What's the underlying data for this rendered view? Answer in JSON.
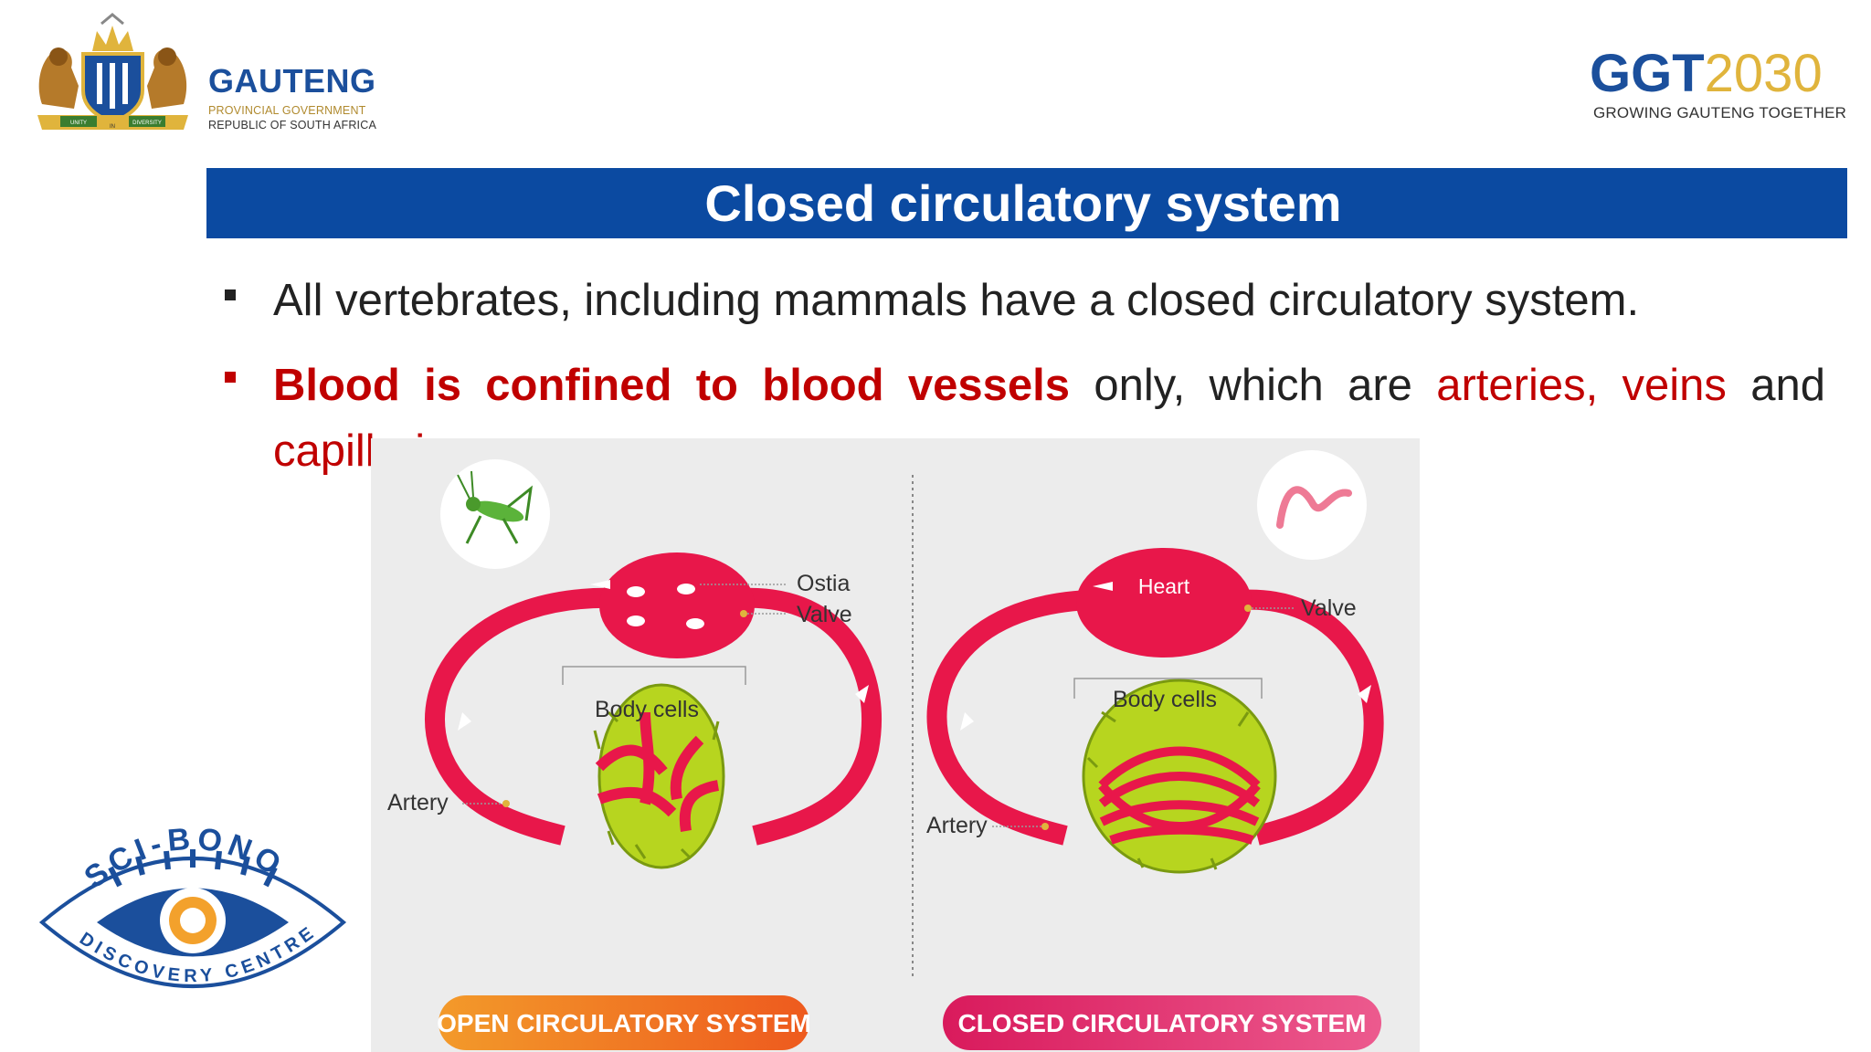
{
  "header": {
    "gauteng": {
      "name": "GAUTENG",
      "line1": "PROVINCIAL GOVERNMENT",
      "line2": "REPUBLIC OF SOUTH AFRICA",
      "crest_words": [
        "UNITY",
        "IN",
        "DIVERSITY"
      ]
    },
    "ggt": {
      "prefix": "GGT",
      "year": "2030",
      "tagline": "GROWING GAUTENG TOGETHER"
    }
  },
  "slide": {
    "title": "Closed circulatory system",
    "bullet1": "All vertebrates, including mammals have a closed circulatory system.",
    "bullet2": {
      "bold_red": "Blood is confined to blood vessels",
      "mid": " only, which are ",
      "red": "arteries, veins",
      "end": " and",
      "line2": "capillaries."
    }
  },
  "diagram": {
    "open": {
      "labels": [
        "Ostia",
        "Valve",
        "Body cells",
        "Artery"
      ],
      "pill": "OPEN CIRCULATORY SYSTEM"
    },
    "closed": {
      "labels": [
        "Heart",
        "Valve",
        "Body cells",
        "Artery"
      ],
      "pill": "CLOSED CIRCULATORY SYSTEM"
    }
  },
  "footer_logo": {
    "arc_top": "SCI-BONO",
    "arc_bottom": "DISCOVERY CENTRE"
  },
  "colors": {
    "title_band": "#0b4aa1",
    "accent_red": "#c00000",
    "vessel": "#e8174a",
    "cells": "#b7d51f"
  }
}
